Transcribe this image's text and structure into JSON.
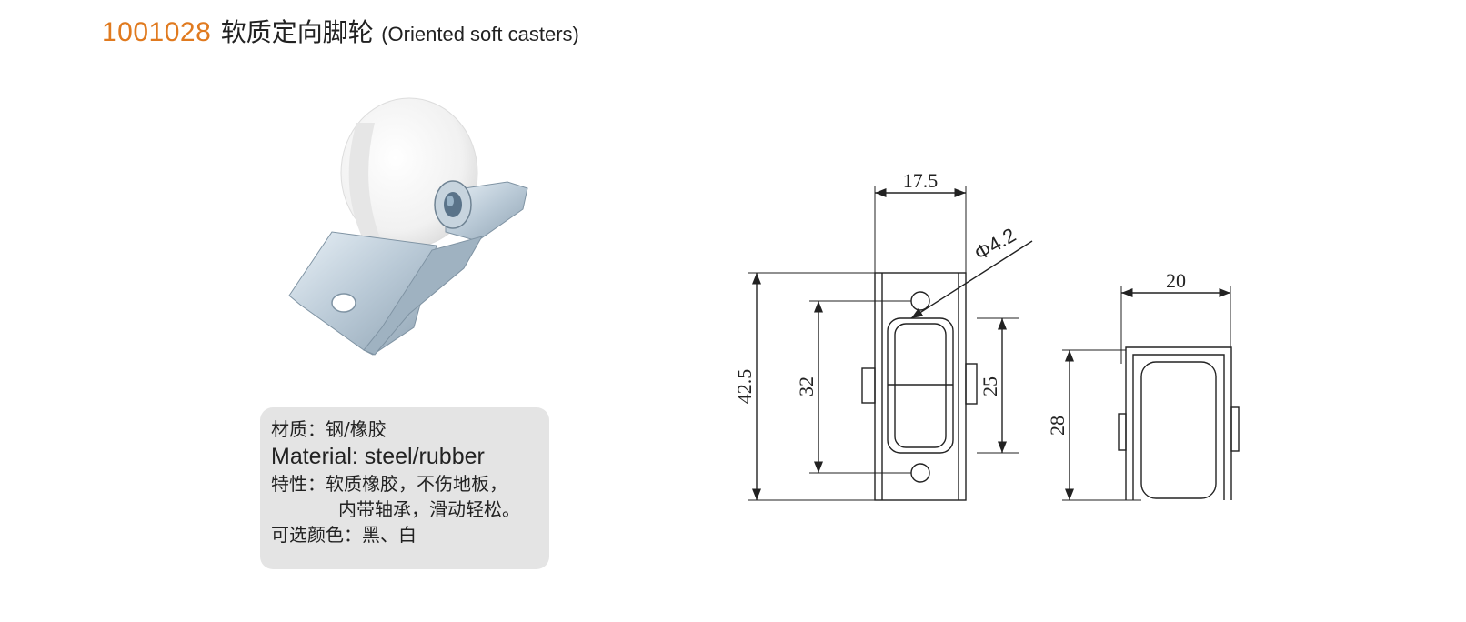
{
  "header": {
    "model": "1001028",
    "title_cn": "软质定向脚轮",
    "title_en": "(Oriented soft casters)"
  },
  "product_photo": {
    "wheel_color": "#ffffff",
    "bracket_color": "#c9d7e2"
  },
  "info": {
    "material_cn": "材质：钢/橡胶",
    "material_en": "Material: steel/rubber",
    "features_line1": "特性：软质橡胶，不伤地板，",
    "features_line2": "内带轴承，滑动轻松。",
    "colors": "可选颜色：黑、白"
  },
  "drawing": {
    "dims": {
      "width_top": "17.5",
      "hole_dia": "Φ4.2",
      "height_total": "42.5",
      "hole_spacing": "32",
      "wheel_height": "25",
      "side_width": "20",
      "side_height": "28"
    }
  }
}
